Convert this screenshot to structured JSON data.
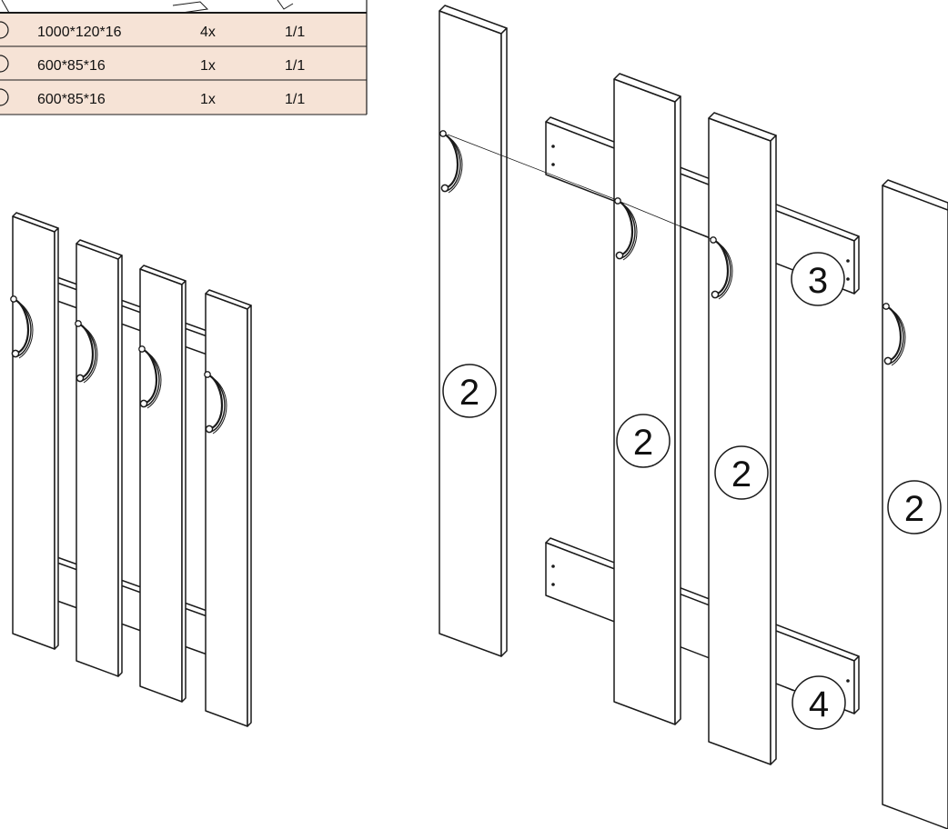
{
  "parts_table": {
    "rows": [
      {
        "size": "1000*120*16",
        "qty": "4x",
        "ratio": "1/1"
      },
      {
        "size": "600*85*16",
        "qty": "1x",
        "ratio": "1/1"
      },
      {
        "size": "600*85*16",
        "qty": "1x",
        "ratio": "1/1"
      }
    ]
  },
  "callouts": {
    "board_a": "2",
    "board_b": "2",
    "board_c": "2",
    "board_d": "2",
    "rail_top": "3",
    "rail_bottom": "4"
  },
  "colors": {
    "table_fill": "#f6e3d6",
    "line": "#1a1a1a",
    "panel": "#ffffff"
  }
}
